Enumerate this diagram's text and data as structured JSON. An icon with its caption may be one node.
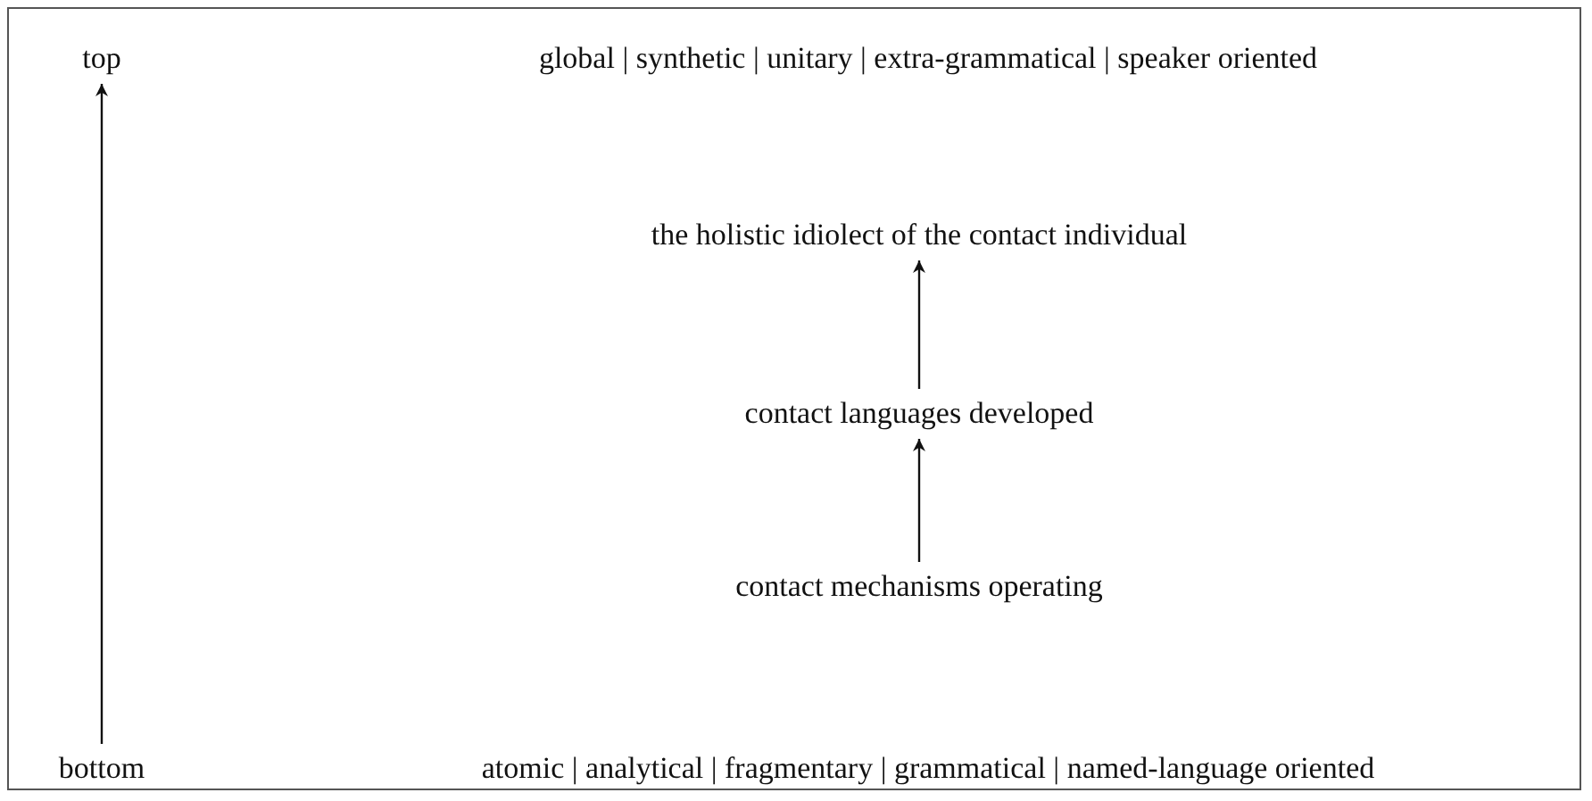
{
  "diagram": {
    "nodes": [
      {
        "text": [
          "top"
        ]
      },
      {
        "text": [
          "the holistic idiolect of the contact individual"
        ]
      },
      {
        "text": [
          "contact languages developed"
        ]
      },
      {
        "text": [
          "contact mechanisms operating"
        ]
      },
      {
        "text": [
          "bottom"
        ]
      }
    ],
    "edges": [
      {
        "from": 4,
        "to": 0,
        "arrow": "to"
      },
      {
        "from": 3,
        "to": 2,
        "arrow": "to"
      },
      {
        "from": 2,
        "to": 1,
        "arrow": "to"
      }
    ],
    "labels": [
      "global | synthetic | unitary | extra-grammatical | speaker oriented",
      "atomic | analytical | fragmentary | grammatical | named-language oriented"
    ]
  }
}
